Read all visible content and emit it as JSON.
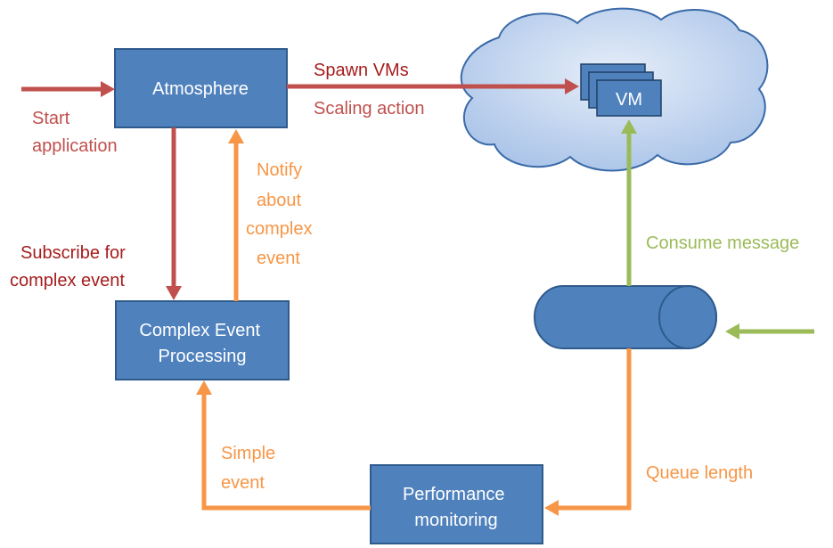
{
  "boxes": {
    "atmosphere": "Atmosphere",
    "cep": [
      "Complex Event",
      "Processing"
    ],
    "perf": [
      "Performance",
      "monitoring"
    ],
    "vm": "VM"
  },
  "labels": {
    "start": [
      "Start",
      "application"
    ],
    "spawn": "Spawn VMs",
    "scaling": "Scaling action",
    "subscribe": [
      "Subscribe for",
      "complex event"
    ],
    "notify": [
      "Notify",
      "about",
      "complex",
      "event"
    ],
    "consume": "Consume message",
    "simple": [
      "Simple",
      "event"
    ],
    "queue_length": "Queue length"
  },
  "colors": {
    "box_fill": "#4f81bd",
    "box_stroke": "#2e5a8c",
    "box_text": "#ffffff",
    "red": "#c0504d",
    "dark_red": "#a61c1c",
    "orange": "#f79646",
    "green": "#9bbb59",
    "cloud_fill": "#bcd0ec",
    "cloud_stroke": "#3a6aa8"
  }
}
